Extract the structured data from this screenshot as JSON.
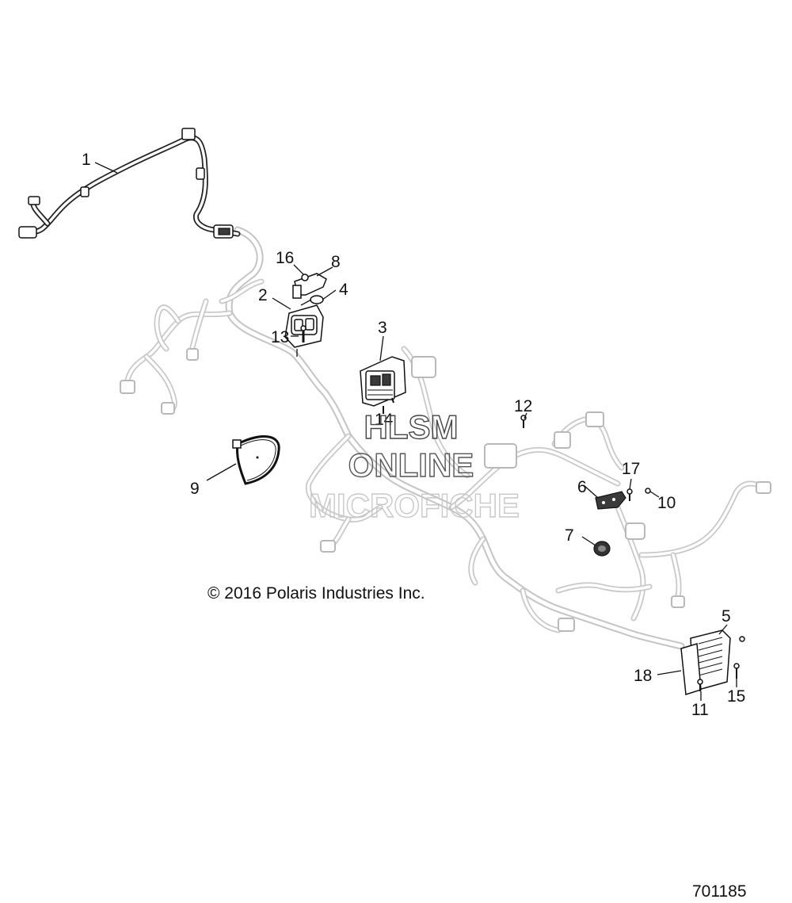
{
  "callouts": [
    {
      "id": "1",
      "label": "1"
    },
    {
      "id": "2",
      "label": "2"
    },
    {
      "id": "3",
      "label": "3"
    },
    {
      "id": "4",
      "label": "4"
    },
    {
      "id": "5",
      "label": "5"
    },
    {
      "id": "6",
      "label": "6"
    },
    {
      "id": "7",
      "label": "7"
    },
    {
      "id": "8",
      "label": "8"
    },
    {
      "id": "9",
      "label": "9"
    },
    {
      "id": "10",
      "label": "10"
    },
    {
      "id": "11",
      "label": "11"
    },
    {
      "id": "12",
      "label": "12"
    },
    {
      "id": "13",
      "label": "13"
    },
    {
      "id": "14",
      "label": "14"
    },
    {
      "id": "15",
      "label": "15"
    },
    {
      "id": "16",
      "label": "16"
    },
    {
      "id": "17",
      "label": "17"
    },
    {
      "id": "18",
      "label": "18"
    }
  ],
  "copyright": "© 2016 Polaris Industries Inc.",
  "diagram_id": "701185",
  "watermark": {
    "line1": "HLSM",
    "line2": "ONLINE",
    "line3": "MICROFICHE"
  },
  "colors": {
    "harness_gray": "#c4c4c4",
    "ink": "#111111"
  }
}
